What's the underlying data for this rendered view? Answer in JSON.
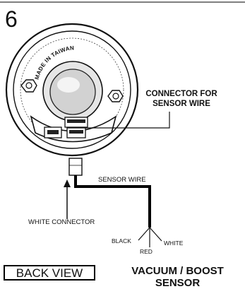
{
  "step_number": "6",
  "labels": {
    "connector": [
      "CONNECTOR FOR",
      "SENSOR WIRE"
    ],
    "sensor_wire": "SENSOR WIRE",
    "white_connector": "WHITE CONNECTOR",
    "wire_black": "BLACK",
    "wire_red": "RED",
    "wire_white": "WHITE",
    "back_view": "BACK VIEW",
    "sensor": [
      "VACUUM / BOOST",
      "SENSOR"
    ]
  },
  "gauge_text": "MADE IN TAIWAN"
}
